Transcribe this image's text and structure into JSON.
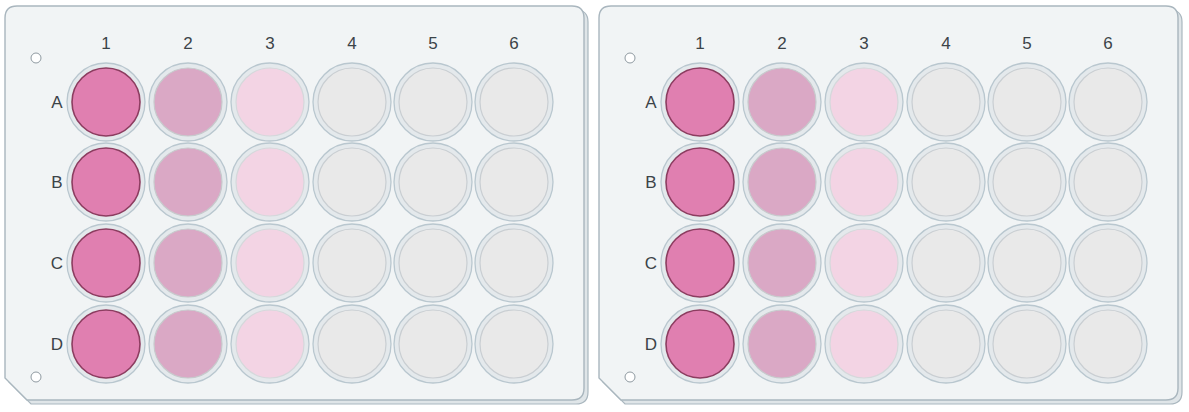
{
  "diagram": {
    "labels": [
      "1",
      "2",
      "3",
      "4",
      "5",
      "6",
      "A",
      "B",
      "C",
      "D",
      "1",
      "2",
      "3",
      "4",
      "5",
      "6",
      "A",
      "B",
      "C",
      "D"
    ]
  }
}
